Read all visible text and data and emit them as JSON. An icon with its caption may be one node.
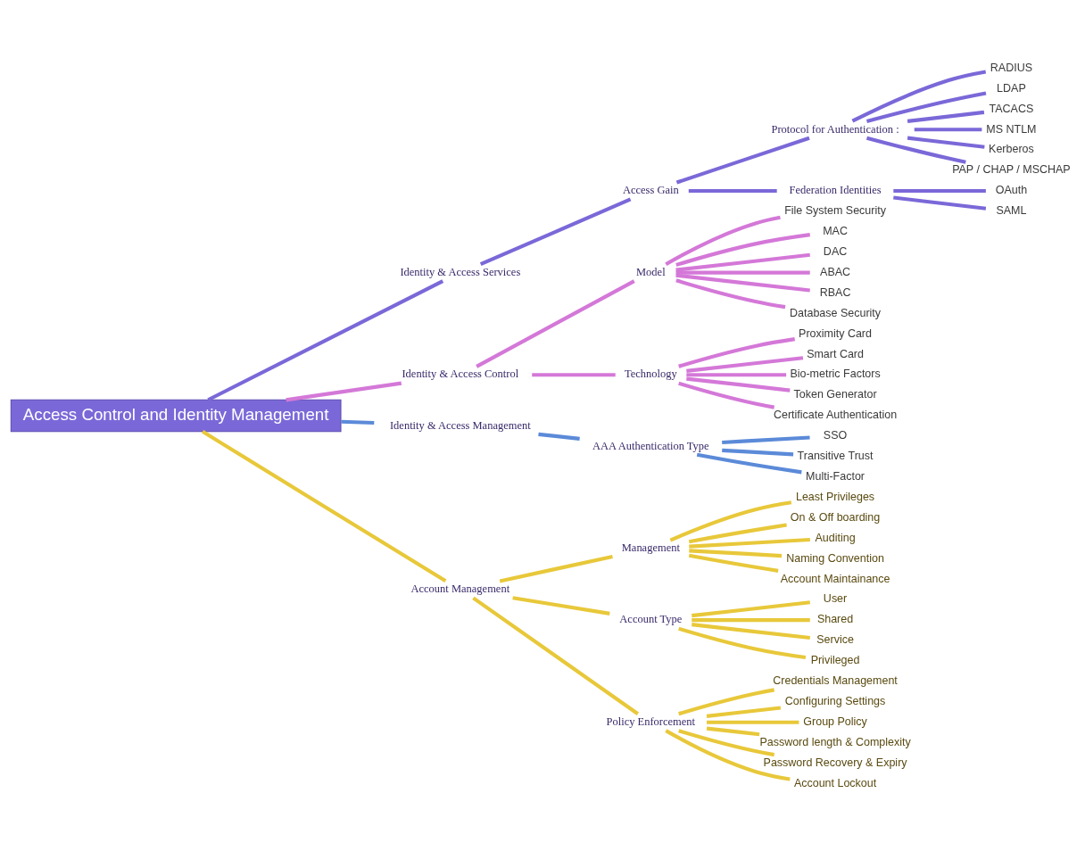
{
  "diagram": {
    "nodes": [
      {
        "text": [
          "Access Control and Identity Management"
        ]
      },
      {
        "text": [
          "Identity & Access Services"
        ]
      },
      {
        "text": [
          "Access Gain"
        ]
      },
      {
        "text": [
          "Protocol for Authentication :"
        ]
      },
      {
        "text": [
          "Federation Identities"
        ]
      },
      {
        "text": [
          "RADIUS"
        ]
      },
      {
        "text": [
          "LDAP"
        ]
      },
      {
        "text": [
          "TACACS"
        ]
      },
      {
        "text": [
          "MS NTLM"
        ]
      },
      {
        "text": [
          "Kerberos"
        ]
      },
      {
        "text": [
          "PAP / CHAP / MSCHAP"
        ]
      },
      {
        "text": [
          "OAuth"
        ]
      },
      {
        "text": [
          "SAML"
        ]
      },
      {
        "text": [
          "Identity & Access Control"
        ]
      },
      {
        "text": [
          "Model"
        ]
      },
      {
        "text": [
          "File System Security"
        ]
      },
      {
        "text": [
          "MAC"
        ]
      },
      {
        "text": [
          "DAC"
        ]
      },
      {
        "text": [
          "ABAC"
        ]
      },
      {
        "text": [
          "RBAC"
        ]
      },
      {
        "text": [
          "Database Security"
        ]
      },
      {
        "text": [
          "Technology"
        ]
      },
      {
        "text": [
          "Proximity Card"
        ]
      },
      {
        "text": [
          "Smart Card"
        ]
      },
      {
        "text": [
          "Bio-metric Factors"
        ]
      },
      {
        "text": [
          "Token Generator"
        ]
      },
      {
        "text": [
          "Certificate Authentication"
        ]
      },
      {
        "text": [
          "Identity & Access Management"
        ]
      },
      {
        "text": [
          "AAA Authentication Type"
        ]
      },
      {
        "text": [
          "SSO"
        ]
      },
      {
        "text": [
          "Transitive Trust"
        ]
      },
      {
        "text": [
          "Multi-Factor"
        ]
      },
      {
        "text": [
          "Account Management"
        ]
      },
      {
        "text": [
          "Management"
        ]
      },
      {
        "text": [
          "Least Privileges"
        ]
      },
      {
        "text": [
          "On & Off boarding"
        ]
      },
      {
        "text": [
          "Auditing"
        ]
      },
      {
        "text": [
          "Naming Convention"
        ]
      },
      {
        "text": [
          "Account Maintainance"
        ]
      },
      {
        "text": [
          "Account Type"
        ]
      },
      {
        "text": [
          "User"
        ]
      },
      {
        "text": [
          "Shared"
        ]
      },
      {
        "text": [
          "Service"
        ]
      },
      {
        "text": [
          "Privileged"
        ]
      },
      {
        "text": [
          "Policy Enforcement"
        ]
      },
      {
        "text": [
          "Credentials Management"
        ]
      },
      {
        "text": [
          "Configuring Settings"
        ]
      },
      {
        "text": [
          "Group Policy"
        ]
      },
      {
        "text": [
          "Password length & Complexity"
        ]
      },
      {
        "text": [
          "Password Recovery & Expiry"
        ]
      },
      {
        "text": [
          "Account Lockout"
        ]
      }
    ],
    "edges": [
      {
        "from": 0,
        "to": 1,
        "arrow": "none",
        "color": "#7b68d8"
      },
      {
        "from": 1,
        "to": 2,
        "arrow": "none",
        "color": "#7b68d8"
      },
      {
        "from": 2,
        "to": 3,
        "arrow": "none",
        "color": "#7b68d8"
      },
      {
        "from": 2,
        "to": 4,
        "arrow": "none",
        "color": "#7b68d8"
      },
      {
        "from": 3,
        "to": 5,
        "arrow": "none",
        "color": "#7b68d8"
      },
      {
        "from": 3,
        "to": 6,
        "arrow": "none",
        "color": "#7b68d8"
      },
      {
        "from": 3,
        "to": 7,
        "arrow": "none",
        "color": "#7b68d8"
      },
      {
        "from": 3,
        "to": 8,
        "arrow": "none",
        "color": "#7b68d8"
      },
      {
        "from": 3,
        "to": 9,
        "arrow": "none",
        "color": "#7b68d8"
      },
      {
        "from": 3,
        "to": 10,
        "arrow": "none",
        "color": "#7b68d8"
      },
      {
        "from": 4,
        "to": 11,
        "arrow": "none",
        "color": "#7b68d8"
      },
      {
        "from": 4,
        "to": 12,
        "arrow": "none",
        "color": "#7b68d8"
      },
      {
        "from": 0,
        "to": 13,
        "arrow": "none",
        "color": "#d478d8"
      },
      {
        "from": 13,
        "to": 14,
        "arrow": "none",
        "color": "#d478d8"
      },
      {
        "from": 13,
        "to": 21,
        "arrow": "none",
        "color": "#d478d8"
      },
      {
        "from": 14,
        "to": 15,
        "arrow": "none",
        "color": "#d478d8"
      },
      {
        "from": 14,
        "to": 16,
        "arrow": "none",
        "color": "#d478d8"
      },
      {
        "from": 14,
        "to": 17,
        "arrow": "none",
        "color": "#d478d8"
      },
      {
        "from": 14,
        "to": 18,
        "arrow": "none",
        "color": "#d478d8"
      },
      {
        "from": 14,
        "to": 19,
        "arrow": "none",
        "color": "#d478d8"
      },
      {
        "from": 14,
        "to": 20,
        "arrow": "none",
        "color": "#d478d8"
      },
      {
        "from": 21,
        "to": 22,
        "arrow": "none",
        "color": "#d478d8"
      },
      {
        "from": 21,
        "to": 23,
        "arrow": "none",
        "color": "#d478d8"
      },
      {
        "from": 21,
        "to": 24,
        "arrow": "none",
        "color": "#d478d8"
      },
      {
        "from": 21,
        "to": 25,
        "arrow": "none",
        "color": "#d478d8"
      },
      {
        "from": 21,
        "to": 26,
        "arrow": "none",
        "color": "#d478d8"
      },
      {
        "from": 0,
        "to": 27,
        "arrow": "none",
        "color": "#5b8ad8"
      },
      {
        "from": 27,
        "to": 28,
        "arrow": "none",
        "color": "#5b8ad8"
      },
      {
        "from": 28,
        "to": 29,
        "arrow": "none",
        "color": "#5b8ad8"
      },
      {
        "from": 28,
        "to": 30,
        "arrow": "none",
        "color": "#5b8ad8"
      },
      {
        "from": 28,
        "to": 31,
        "arrow": "none",
        "color": "#5b8ad8"
      },
      {
        "from": 0,
        "to": 32,
        "arrow": "none"
      },
      {
        "from": 32,
        "to": 33,
        "arrow": "none"
      },
      {
        "from": 32,
        "to": 39,
        "arrow": "none"
      },
      {
        "from": 32,
        "to": 44,
        "arrow": "none"
      },
      {
        "from": 33,
        "to": 34,
        "arrow": "none"
      },
      {
        "from": 33,
        "to": 35,
        "arrow": "none"
      },
      {
        "from": 33,
        "to": 36,
        "arrow": "none"
      },
      {
        "from": 33,
        "to": 37,
        "arrow": "none"
      },
      {
        "from": 33,
        "to": 38,
        "arrow": "none"
      },
      {
        "from": 39,
        "to": 40,
        "arrow": "none"
      },
      {
        "from": 39,
        "to": 41,
        "arrow": "none"
      },
      {
        "from": 39,
        "to": 42,
        "arrow": "none"
      },
      {
        "from": 39,
        "to": 43,
        "arrow": "none"
      },
      {
        "from": 44,
        "to": 45,
        "arrow": "none"
      },
      {
        "from": 44,
        "to": 46,
        "arrow": "none"
      },
      {
        "from": 44,
        "to": 47,
        "arrow": "none"
      },
      {
        "from": 44,
        "to": 48,
        "arrow": "none"
      },
      {
        "from": 44,
        "to": 49,
        "arrow": "none"
      },
      {
        "from": 44,
        "to": 50,
        "arrow": "none"
      }
    ]
  }
}
